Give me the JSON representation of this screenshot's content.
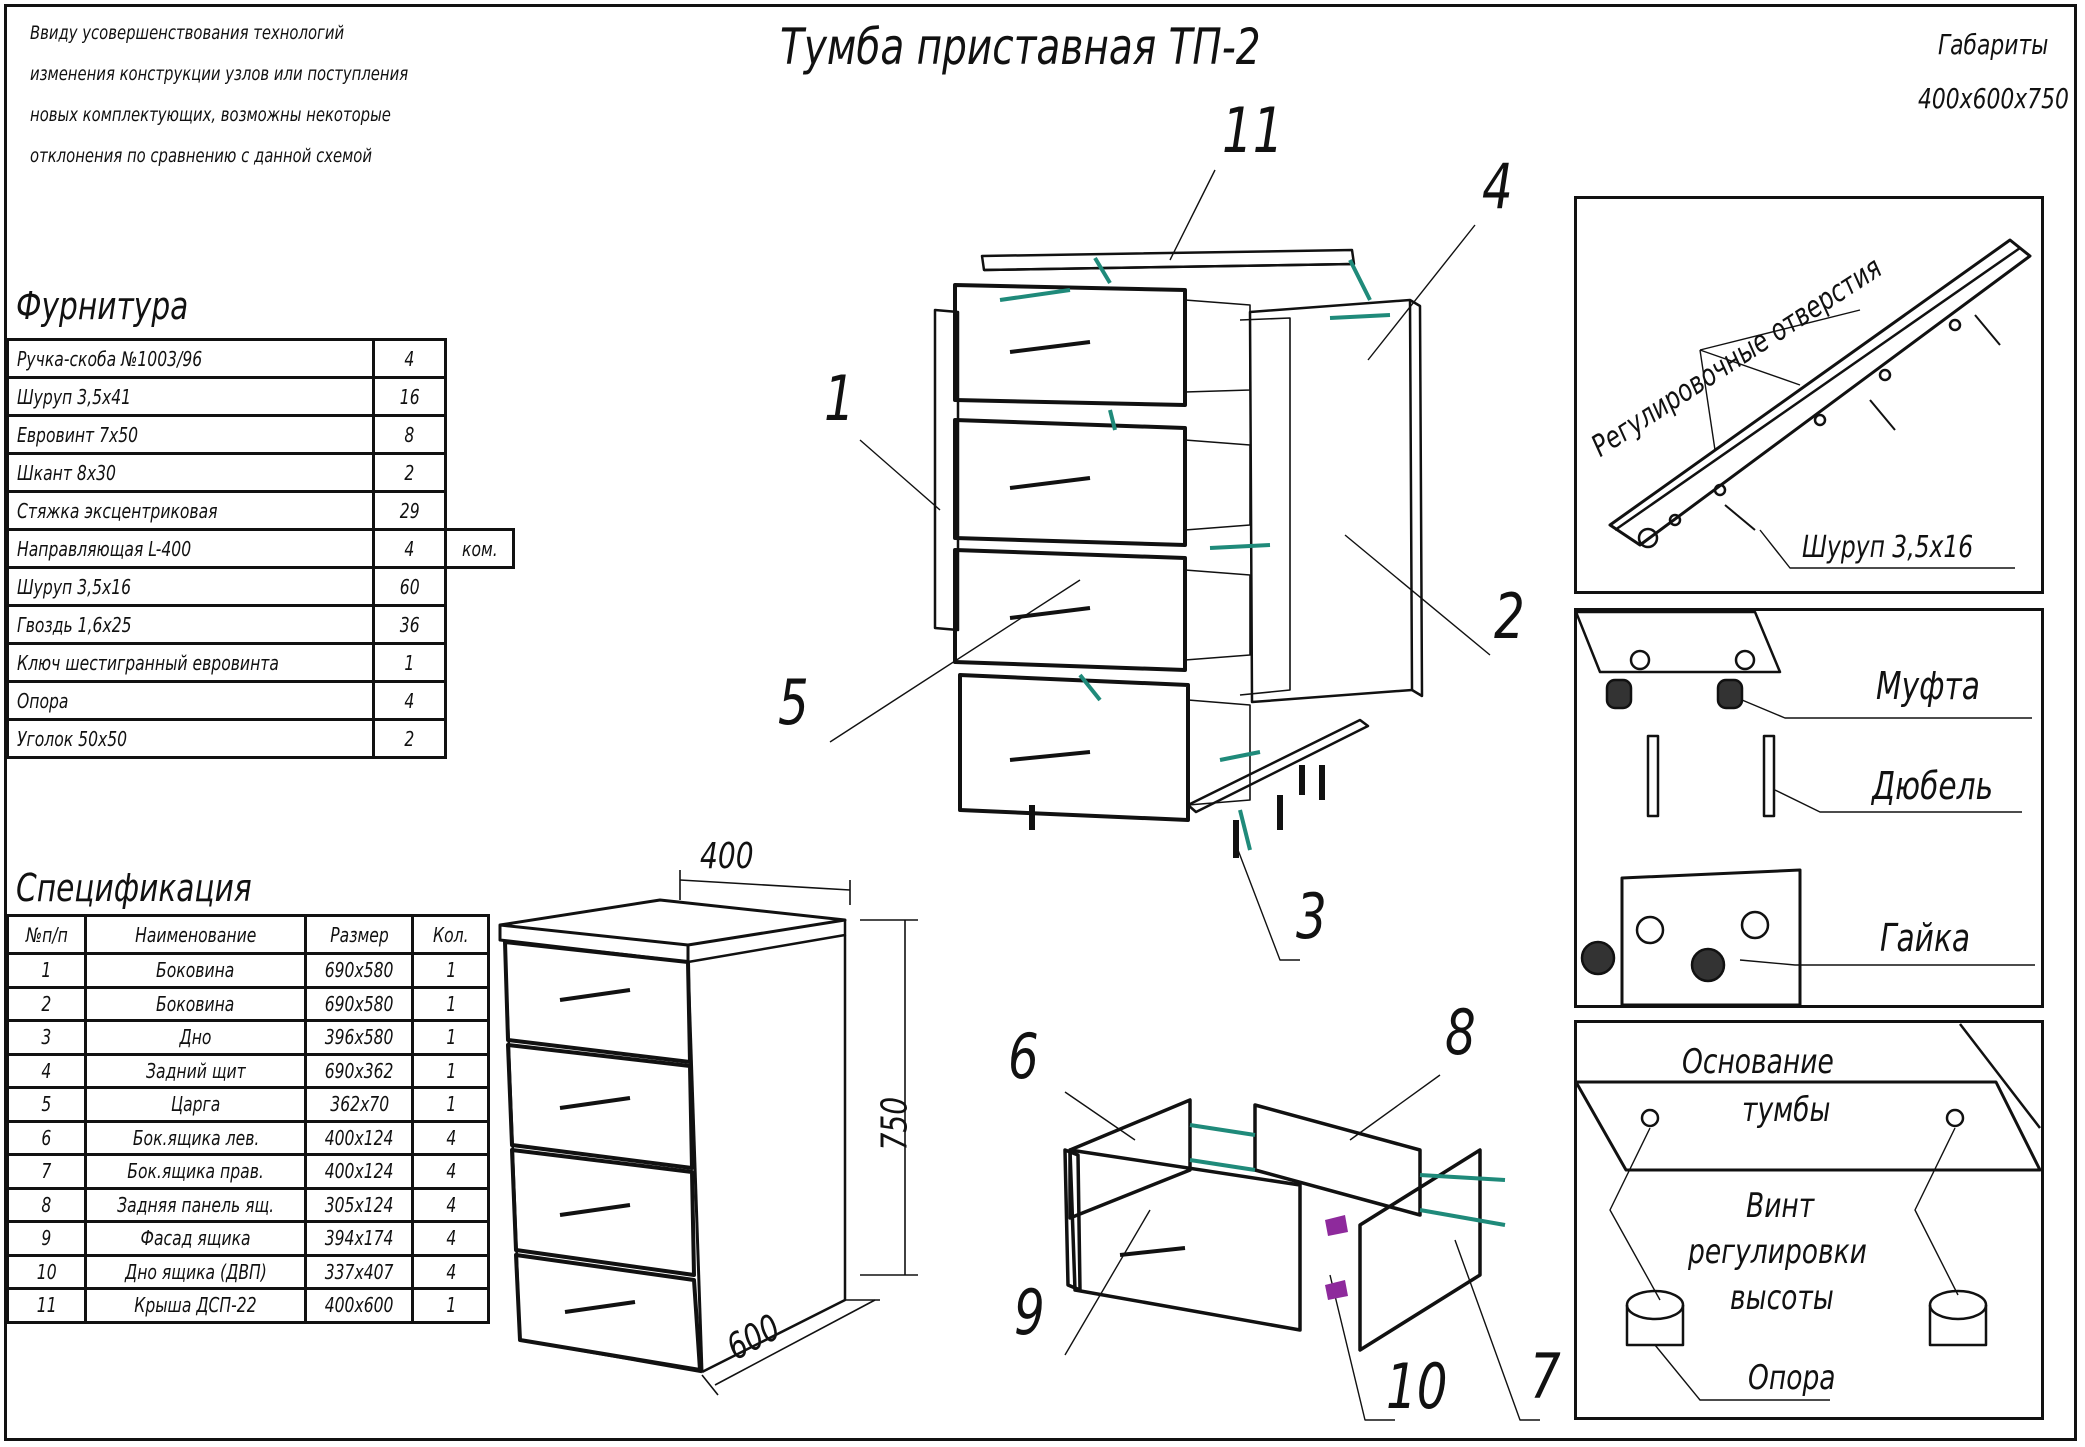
{
  "title": "Тумба приставная ТП-2",
  "dimensions": {
    "label": "Габариты",
    "value": "400х600х750"
  },
  "notice_lines": [
    "Ввиду усовершенствования технологий",
    "изменения конструкции узлов или поступления",
    "новых комплектующих, возможны некоторые",
    "отклонения по сравнению с данной схемой"
  ],
  "hardware": {
    "title": "Фурнитура",
    "rows": [
      {
        "name": "Ручка-скоба №1003/96",
        "qty": "4",
        "unit": ""
      },
      {
        "name": "Шуруп 3,5х41",
        "qty": "16",
        "unit": ""
      },
      {
        "name": "Евровинт 7х50",
        "qty": "8",
        "unit": ""
      },
      {
        "name": "Шкант 8х30",
        "qty": "2",
        "unit": ""
      },
      {
        "name": "Стяжка эксцентриковая",
        "qty": "29",
        "unit": ""
      },
      {
        "name": "Направляющая L-400",
        "qty": "4",
        "unit": "ком."
      },
      {
        "name": "Шуруп 3,5х16",
        "qty": "60",
        "unit": ""
      },
      {
        "name": "Гвоздь 1,6х25",
        "qty": "36",
        "unit": ""
      },
      {
        "name": "Ключ шестигранный евровинта",
        "qty": "1",
        "unit": ""
      },
      {
        "name": "Опора",
        "qty": "4",
        "unit": ""
      },
      {
        "name": "Уголок 50х50",
        "qty": "2",
        "unit": ""
      }
    ]
  },
  "spec": {
    "title": "Спецификация",
    "headers": [
      "№п/п",
      "Наименование",
      "Размер",
      "Кол."
    ],
    "rows": [
      [
        "1",
        "Боковина",
        "690х580",
        "1"
      ],
      [
        "2",
        "Боковина",
        "690х580",
        "1"
      ],
      [
        "3",
        "Дно",
        "396х580",
        "1"
      ],
      [
        "4",
        "Задний щит",
        "690х362",
        "1"
      ],
      [
        "5",
        "Царга",
        "362х70",
        "1"
      ],
      [
        "6",
        "Бок.ящика лев.",
        "400х124",
        "4"
      ],
      [
        "7",
        "Бок.ящика прав.",
        "400х124",
        "4"
      ],
      [
        "8",
        "Задняя панель ящ.",
        "305х124",
        "4"
      ],
      [
        "9",
        "Фасад ящика",
        "394х174",
        "4"
      ],
      [
        "10",
        "Дно ящика (ДВП)",
        "337х407",
        "4"
      ],
      [
        "11",
        "Крыша ДСП-22",
        "400х600",
        "1"
      ]
    ]
  },
  "callouts": {
    "n1": "1",
    "n2": "2",
    "n3": "3",
    "n4": "4",
    "n5": "5",
    "n6": "6",
    "n7": "7",
    "n8": "8",
    "n9": "9",
    "n10": "10",
    "n11": "11"
  },
  "dim_labels": {
    "width": "400",
    "height": "750",
    "depth": "600"
  },
  "slide_panel": {
    "holes_label": "Регулировочные отверстия",
    "screw_label": "Шуруп 3,5х16"
  },
  "joint_panel": {
    "coupling": "Муфта",
    "dowel": "Дюбель",
    "nut": "Гайка"
  },
  "foot_panel": {
    "base_line1": "Основание",
    "base_line2": "тумбы",
    "screw_line1": "Винт",
    "screw_line2": "регулировки",
    "screw_line3": "высоты",
    "support": "Опора"
  },
  "colors": {
    "ink": "#111111",
    "fastener": "#1f8a7a",
    "clip": "#8e2a9c"
  }
}
